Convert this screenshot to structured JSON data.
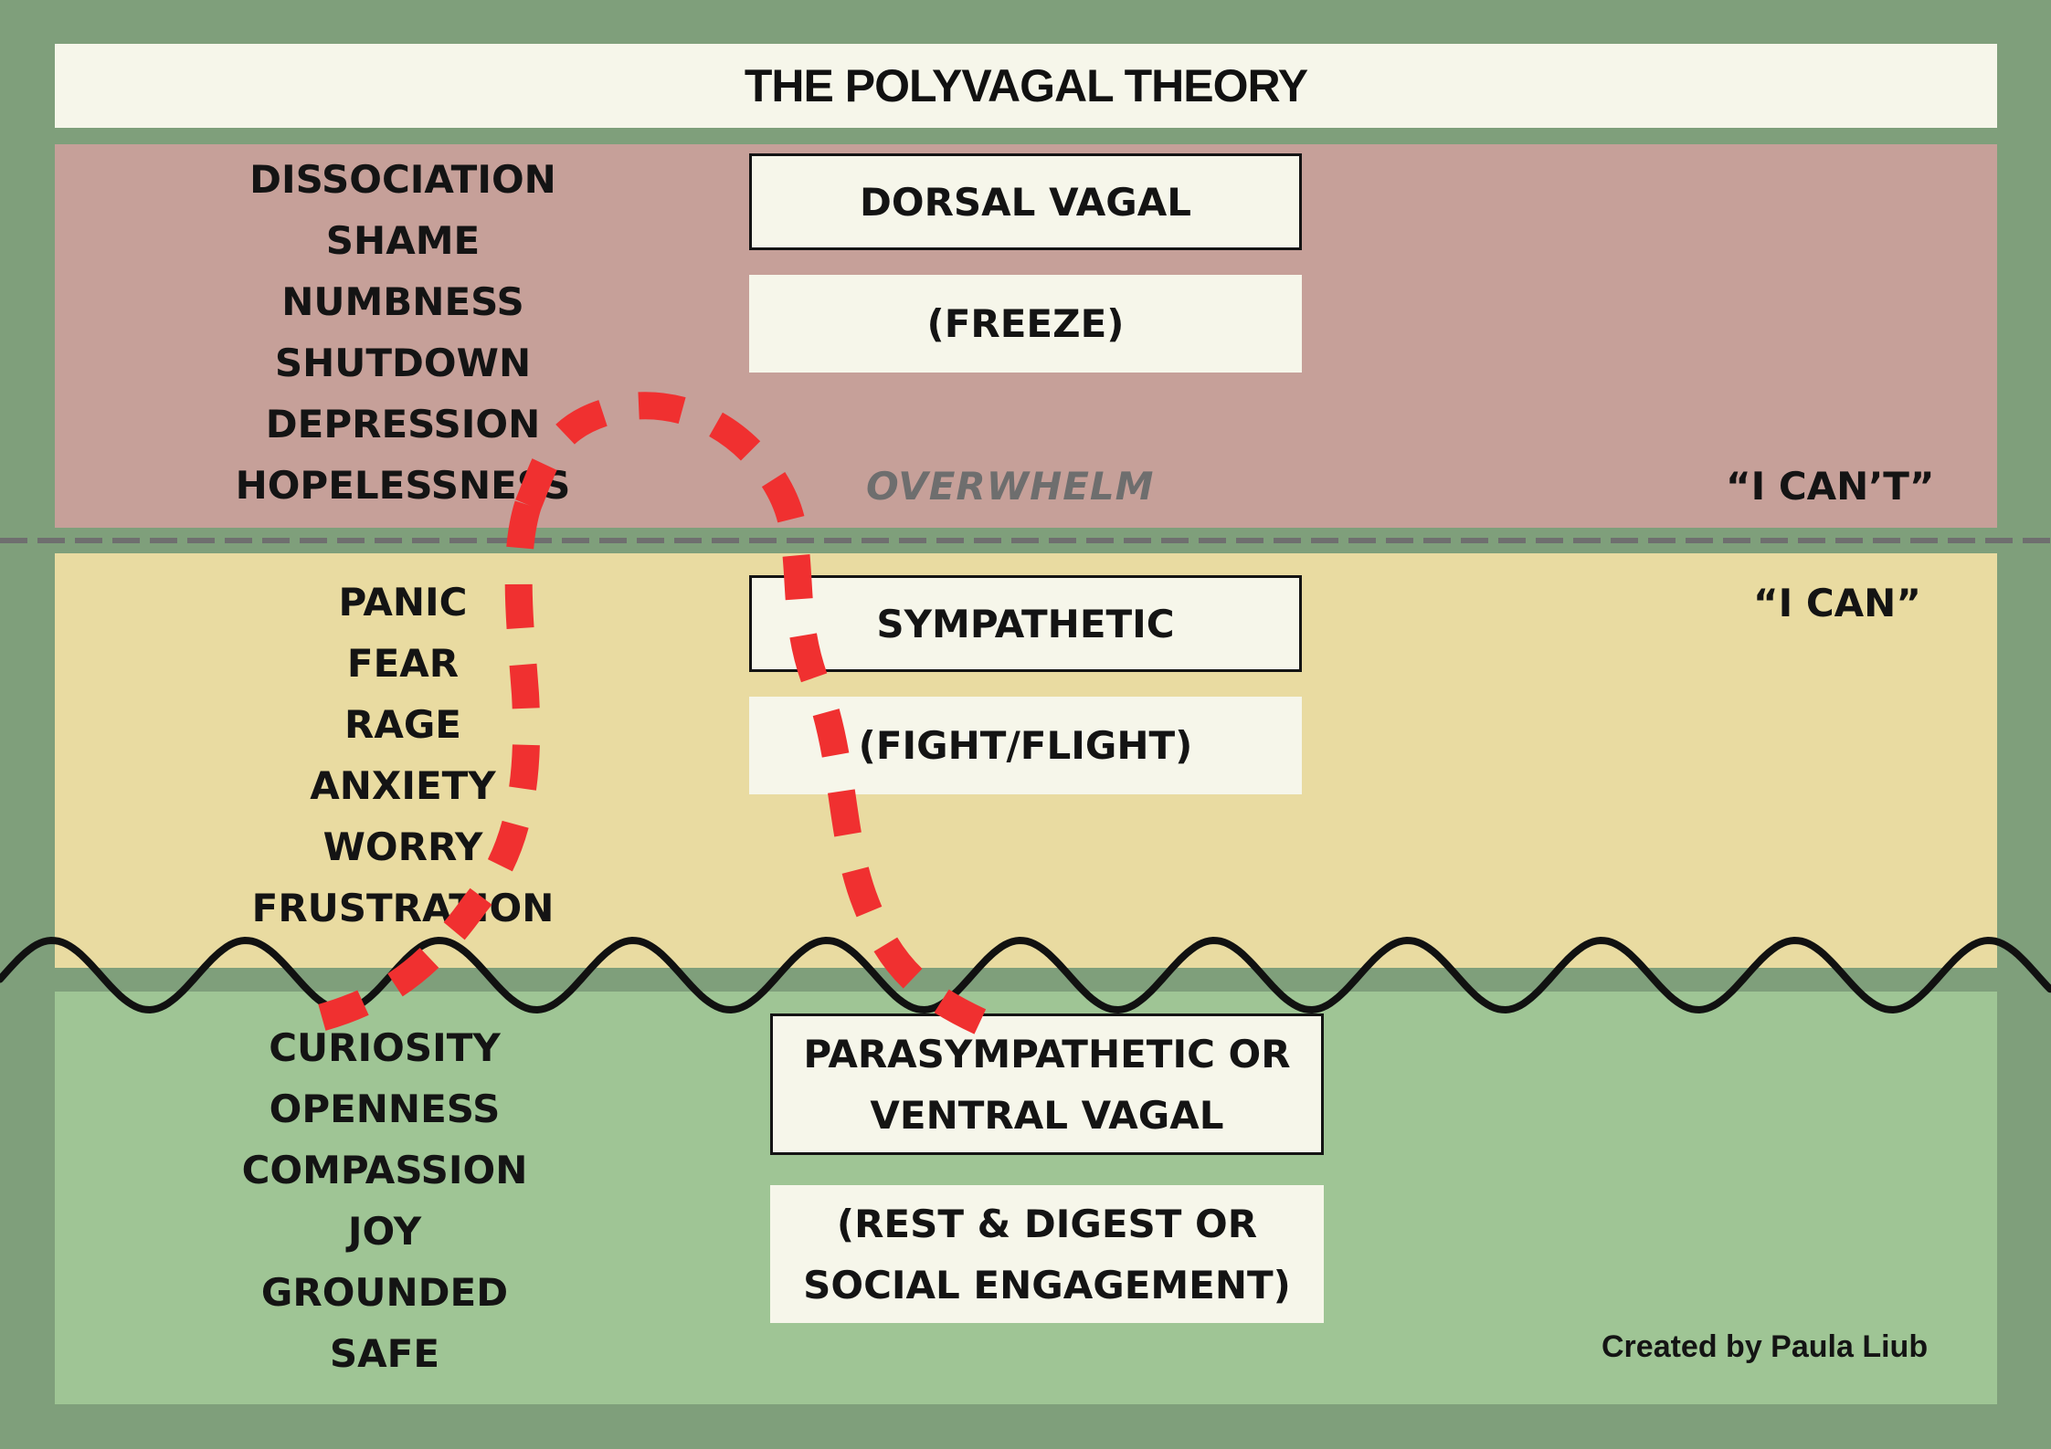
{
  "title": "THE POLYVAGAL THEORY",
  "states": {
    "dorsal": {
      "name": "DORSAL VAGAL",
      "response": "(FREEZE)",
      "feelings": [
        "DISSOCIATION",
        "SHAME",
        "NUMBNESS",
        "SHUTDOWN",
        "DEPRESSION",
        "HOPELESSNESS"
      ],
      "note": "OVERWHELM",
      "quote": "“I CAN’T”",
      "color": "#c6a099"
    },
    "sympathetic": {
      "name": "SYMPATHETIC",
      "response": "(FIGHT/FLIGHT)",
      "feelings": [
        "PANIC",
        "FEAR",
        "RAGE",
        "ANXIETY",
        "WORRY",
        "FRUSTRATION"
      ],
      "quote": "“I CAN”",
      "color": "#e9dba1"
    },
    "ventral": {
      "name_lines": [
        "PARASYMPATHETIC OR",
        "VENTRAL VAGAL"
      ],
      "response_lines": [
        "(REST & DIGEST  OR",
        "SOCIAL ENGAGEMENT)"
      ],
      "feelings": [
        "CURIOSITY",
        "OPENNESS",
        "COMPASSION",
        "JOY",
        "GROUNDED",
        "SAFE"
      ],
      "color": "#9fc595"
    }
  },
  "credit": "Created by Paula Liub",
  "colors": {
    "frame": "#7f9f7b",
    "box": "#f6f6ea",
    "path": "#f03030",
    "wave": "#111111",
    "divider": "#6f6f6f"
  }
}
